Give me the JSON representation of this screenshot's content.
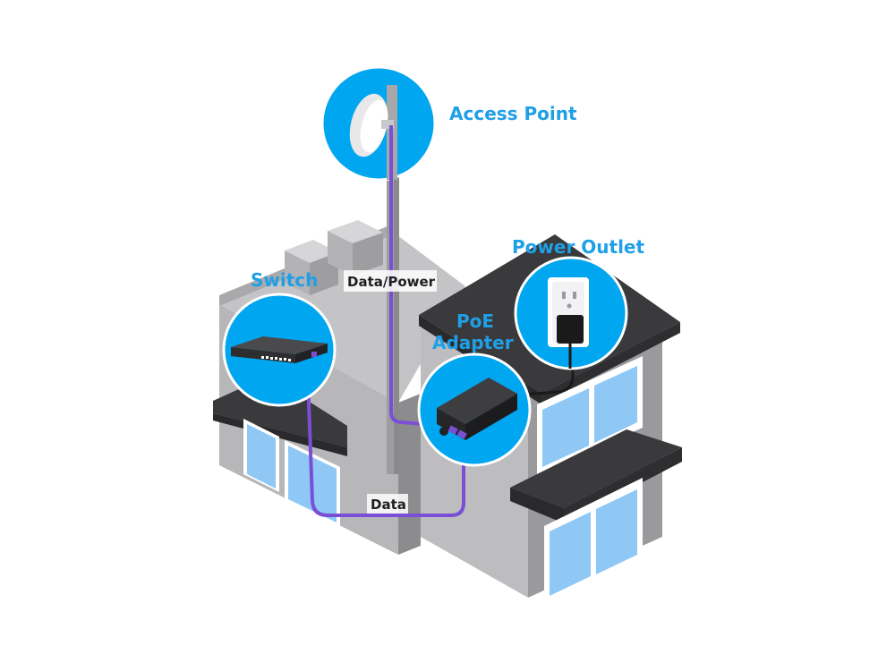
{
  "labels": {
    "access_point": "Access Point",
    "switch": "Switch",
    "power_outlet": "Power Outlet",
    "poe_line1": "PoE",
    "poe_line2": "Adapter",
    "data_power": "Data/Power",
    "data": "Data"
  },
  "colors": {
    "callout": "#00a6ef",
    "label": "#1fa0e6",
    "cable": "#7a4fd6",
    "power_cable": "#1a1a1a",
    "roof_dark": "#3b3b3d",
    "wall_light": "#bfbfc1",
    "wall_mid": "#9b9b9d",
    "window": "#8fc7f5"
  }
}
